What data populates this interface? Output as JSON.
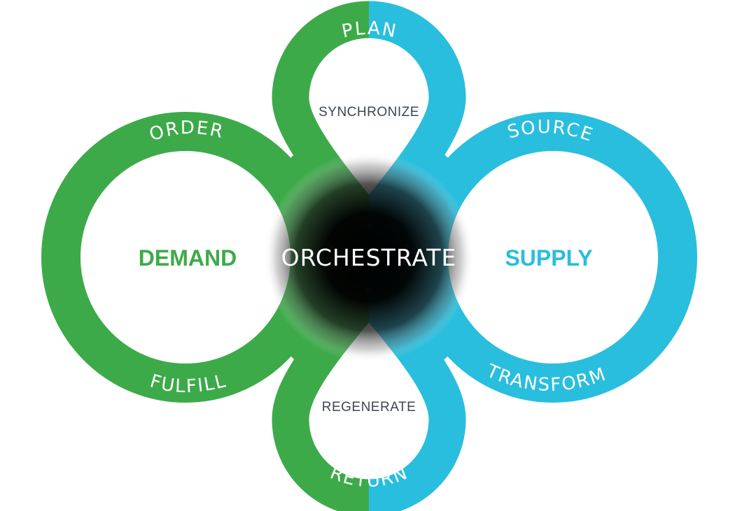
{
  "colors": {
    "green": "#3daa4a",
    "blue": "#29bedd",
    "center": "#000000"
  },
  "labels": {
    "plan": "PLAN",
    "synchronize": "SYNCHRONIZE",
    "order": "ORDER",
    "source": "SOURCE",
    "demand": "DEMAND",
    "orchestrate": "ORCHESTRATE",
    "supply": "SUPPLY",
    "fulfill": "FULFILL",
    "transform": "TRANSFORM",
    "regenerate": "REGENERATE",
    "return": "RETURN"
  }
}
